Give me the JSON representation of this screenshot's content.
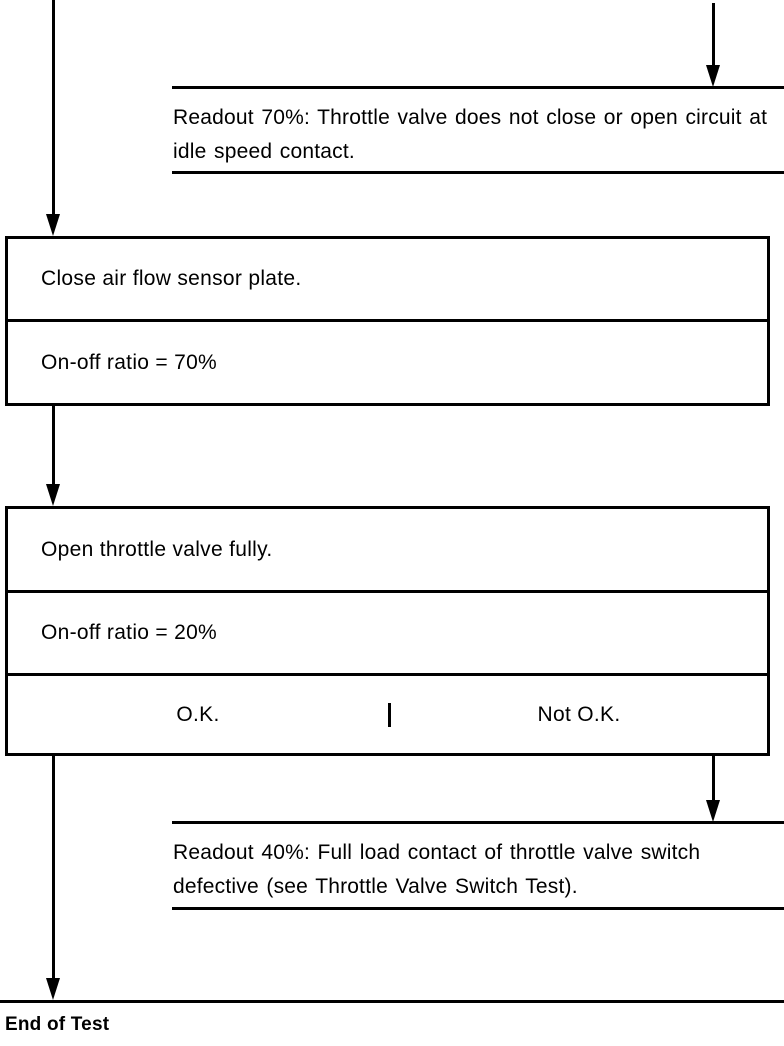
{
  "diagram": {
    "title": "Throttle valve / air flow sensor test flowchart",
    "ink_color": "#000000",
    "background": "#ffffff",
    "nodes": {
      "note_top": {
        "text": "Readout 70%: Throttle valve does not close or open circuit at idle speed contact."
      },
      "box_close_plate": {
        "action": "Close air flow sensor plate.",
        "result": "On-off ratio = 70%"
      },
      "box_open_valve": {
        "action": "Open throttle valve fully.",
        "result": "On-off ratio = 20%",
        "branch_ok": "O.K.",
        "branch_not_ok": "Not O.K."
      },
      "note_bottom": {
        "text": "Readout 40%: Full load contact of throttle valve switch defective (see Throttle Valve Switch Test)."
      },
      "terminator": {
        "label": "End of Test"
      }
    },
    "arrows": {
      "incoming_left": "arrow-down-into-close-plate",
      "incoming_right": "arrow-down-into-note-top",
      "close_to_open": "arrow-down-close-plate-to-open-valve",
      "ok_to_end": "arrow-down-ok-to-end-of-test",
      "not_ok_to_note": "arrow-down-not-ok-to-note-bottom"
    }
  }
}
